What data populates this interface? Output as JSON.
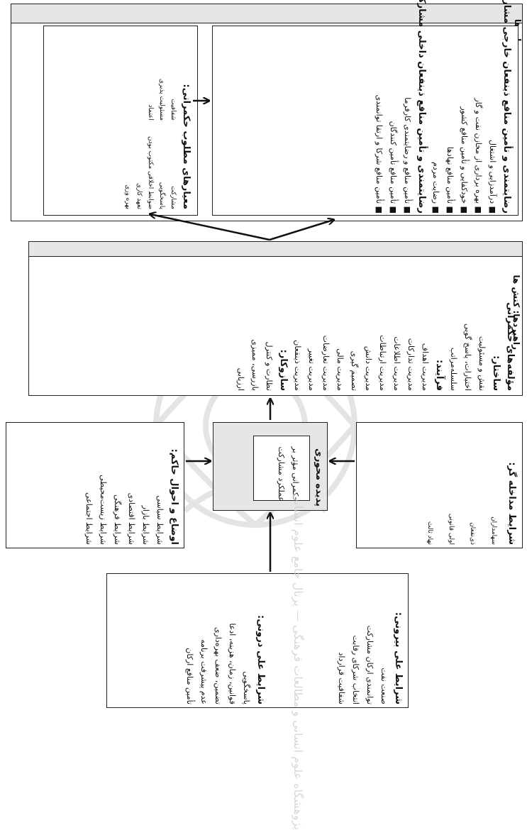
{
  "outcomes": {
    "title": "پیامدها",
    "external_heading": "رضایتمندی و تأمین منافع ذینفعان خارجی مشارکت:",
    "external_items": [
      "■ درآمدزایی و اشتغال",
      "■ بهره برداری از مخازن نفت و گاز",
      "■ خودکفایی و تأمین منافع کشور",
      "■ تأمین منافع نهادها",
      "■ رضایت مردم"
    ],
    "internal_heading": "رضایتمندی و تأمین منافع ذینفعان داخلی مشارکت:",
    "internal_items": [
      "■ تأمین منافع و رضایتمندی کارفرما",
      "■ تأمین منافع تأمین کنندگان",
      "■ تأمین منافع شرکا و ارتقا توانمندی"
    ],
    "criteria_heading": "معیارهای مطلوب حکمرانی:",
    "criteria_items": [
      "مشارکت",
      "پاسخگویی",
      "ضوابط اخلاقی مکتوب بودن",
      "تعهد کاری",
      "بهره وری",
      "شفافیت",
      "مسئولیت پذیری",
      "اعتماد"
    ]
  },
  "strategies": {
    "title": "راهبردها: کنش ها",
    "heading": "مؤلفه‌های حکمرانی",
    "structure_heading": "ساختار:",
    "structure_items": [
      "نقش و مسئولیت",
      "اختیارات، پاسخ گویی",
      "سلسله‌مراتب"
    ],
    "process_heading": "فرآیند:",
    "process_items": [
      "مدیریت اهداف",
      "مدیریت تدارکات",
      "مدیریت اطلاعات",
      "مدیریت ارتباطات",
      "مدیریت دانش",
      "تصمیم گیری",
      "مدیریت مالی",
      "مدیریت تعارضات",
      "مدیریت تغییر",
      "مدیریت ذینفعان"
    ],
    "mechanism_heading": "سازوکار:",
    "mechanism_items": [
      "نظارت و کنترل",
      "بازرسی، ممیزی",
      "ارزیابی"
    ]
  },
  "context": {
    "heading": "اوضاع و احوال حاکم:",
    "items": [
      "شرایط سیاسی",
      "شرایط بازار",
      "شرایط اقتصادی",
      "شرایط فرهنگی",
      "شرایط زیست‌محیطی",
      "شرایط اجتماعی"
    ]
  },
  "core": {
    "title": "پدیده محوری",
    "line1": "حکمرانی مؤثر بر",
    "line2": "عملکرد مشارکت"
  },
  "intervening": {
    "heading": "شرایط مداخله گر:",
    "items": [
      "سهامداران",
      "ذی‌نفعان",
      "اولی قانونی",
      "نهاد ثالث"
    ]
  },
  "causal": {
    "external_heading": "شرایط علی بیرونی:",
    "external_items": [
      "صنعت نفت",
      "توانمندی ارکان مشارکت",
      "انتخاب شرکای رقابت",
      "شفافیت قرارداد"
    ],
    "internal_heading": "شرایط علی درونی:",
    "internal_items": [
      "پاسخگویی",
      "قوانین، زمان، هزینه، ادعا",
      "تضمین، ضعف بهره‌داری",
      "عدم پیشرفت برنامه",
      "تأمین منافع ارکان"
    ]
  },
  "watermark": "پژوهشگاه علوم انسانی و مطالعات فرهنگی — پرتال جامع علوم انسانی"
}
